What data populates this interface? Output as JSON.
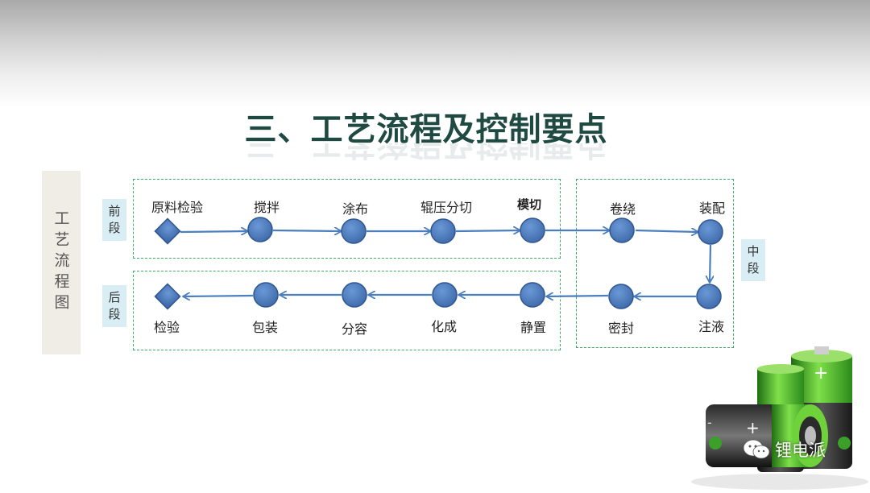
{
  "title": "三、工艺流程及控制要点",
  "side_label": "工艺流程图",
  "segments": {
    "front": "前段",
    "middle": "中段",
    "back": "后段"
  },
  "steps": {
    "raw_inspection": "原料检验",
    "mixing": "搅拌",
    "coating": "涂布",
    "rolling_slitting": "辊压分切",
    "die_cutting": "模切",
    "winding": "卷绕",
    "assembly": "装配",
    "electrolyte_filling": "注液",
    "sealing": "密封",
    "standing": "静置",
    "formation": "化成",
    "grading": "分容",
    "packaging": "包装",
    "final_inspection": "检验"
  },
  "watermark": "锂电派",
  "colors": {
    "title": "#1f4a42",
    "node": "#4f7ec0",
    "arrow": "#4a7ebf",
    "dashed_box": "#3daa6a",
    "segment_label_bg": "#d9eef4",
    "side_panel_bg": "#f0ede6"
  },
  "icons": [
    "diamond-node-icon",
    "circle-node-icon",
    "arrow-icon",
    "battery-illustration",
    "wechat-icon"
  ]
}
